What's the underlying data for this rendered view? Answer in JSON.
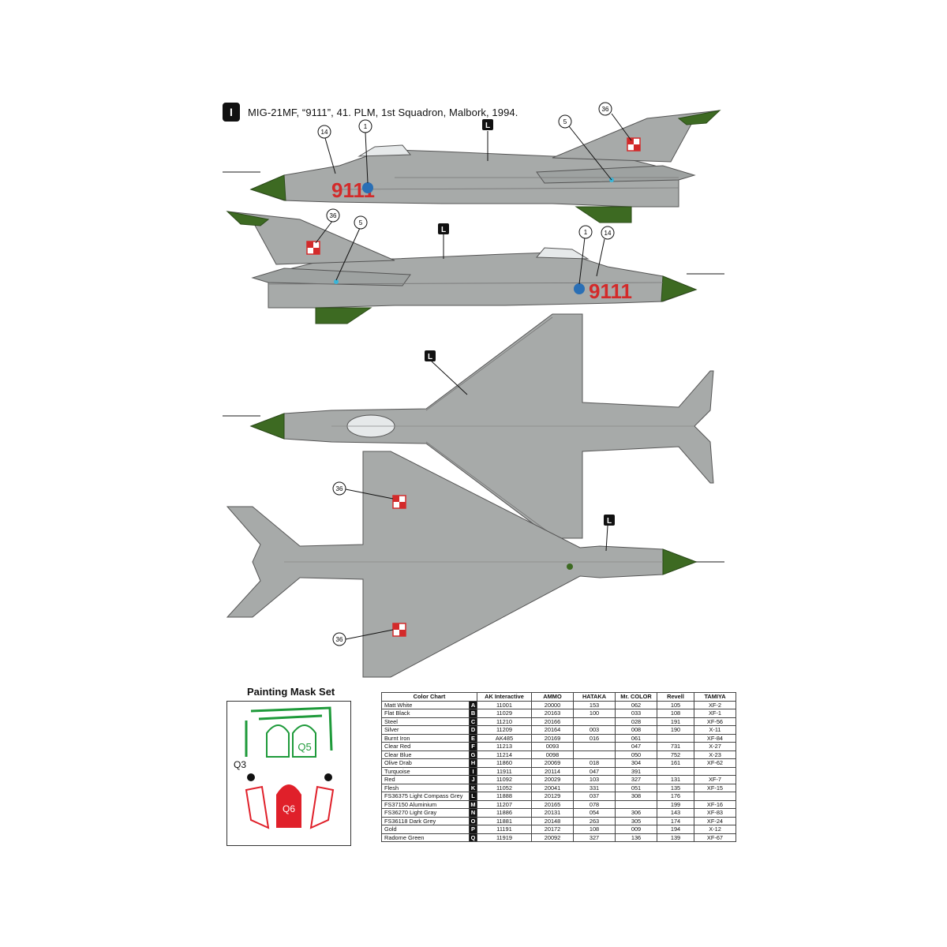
{
  "header": {
    "profile_number": "I",
    "title": "MIG-21MF, “9111”, 41. PLM, 1st Squadron, Malbork, 1994."
  },
  "aircraft": {
    "serial": "9111",
    "callouts": {
      "c14": "14",
      "c1": "1",
      "c5": "5",
      "c36": "36",
      "L": "L"
    }
  },
  "mask_set": {
    "title": "Painting Mask Set",
    "labels": {
      "q3": "Q3",
      "q5": "Q5",
      "q6": "Q6"
    }
  },
  "color_chart": {
    "headers": [
      "Color Chart",
      "AK Interactive",
      "AMMO",
      "HATAKA",
      "Mr. COLOR",
      "Revell",
      "TAMIYA"
    ],
    "rows": [
      {
        "name": "Matt White",
        "code": "A",
        "ak": "11001",
        "ammo": "20000",
        "hataka": "153",
        "mrcolor": "062",
        "revell": "105",
        "tamiya": "XF-2"
      },
      {
        "name": "Flat Black",
        "code": "B",
        "ak": "11029",
        "ammo": "20163",
        "hataka": "100",
        "mrcolor": "033",
        "revell": "108",
        "tamiya": "XF-1"
      },
      {
        "name": "Steel",
        "code": "C",
        "ak": "11210",
        "ammo": "20166",
        "hataka": "",
        "mrcolor": "028",
        "revell": "191",
        "tamiya": "XF-56"
      },
      {
        "name": "Silver",
        "code": "D",
        "ak": "11209",
        "ammo": "20164",
        "hataka": "003",
        "mrcolor": "008",
        "revell": "190",
        "tamiya": "X-11"
      },
      {
        "name": "Burnt Iron",
        "code": "E",
        "ak": "AK485",
        "ammo": "20169",
        "hataka": "016",
        "mrcolor": "061",
        "revell": "",
        "tamiya": "XF-84"
      },
      {
        "name": "Clear Red",
        "code": "F",
        "ak": "11213",
        "ammo": "0093",
        "hataka": "",
        "mrcolor": "047",
        "revell": "731",
        "tamiya": "X-27"
      },
      {
        "name": "Clear Blue",
        "code": "G",
        "ak": "11214",
        "ammo": "0098",
        "hataka": "",
        "mrcolor": "050",
        "revell": "752",
        "tamiya": "X-23"
      },
      {
        "name": "Olive Drab",
        "code": "H",
        "ak": "11860",
        "ammo": "20069",
        "hataka": "018",
        "mrcolor": "304",
        "revell": "161",
        "tamiya": "XF-62"
      },
      {
        "name": "Turquoise",
        "code": "I",
        "ak": "11911",
        "ammo": "20114",
        "hataka": "047",
        "mrcolor": "391",
        "revell": "",
        "tamiya": ""
      },
      {
        "name": "Red",
        "code": "J",
        "ak": "11092",
        "ammo": "20029",
        "hataka": "103",
        "mrcolor": "327",
        "revell": "131",
        "tamiya": "XF-7"
      },
      {
        "name": "Flesh",
        "code": "K",
        "ak": "11052",
        "ammo": "20041",
        "hataka": "331",
        "mrcolor": "051",
        "revell": "135",
        "tamiya": "XF-15"
      },
      {
        "name": "FS36375 Light Compass Grey",
        "code": "L",
        "ak": "11888",
        "ammo": "20129",
        "hataka": "037",
        "mrcolor": "308",
        "revell": "176",
        "tamiya": ""
      },
      {
        "name": "FS37150 Aluminium",
        "code": "M",
        "ak": "11207",
        "ammo": "20165",
        "hataka": "078",
        "mrcolor": "",
        "revell": "199",
        "tamiya": "XF-16"
      },
      {
        "name": "FS36270 Light Gray",
        "code": "N",
        "ak": "11886",
        "ammo": "20131",
        "hataka": "054",
        "mrcolor": "306",
        "revell": "143",
        "tamiya": "XF-83"
      },
      {
        "name": "FS36118 Dark Grey",
        "code": "O",
        "ak": "11881",
        "ammo": "20148",
        "hataka": "263",
        "mrcolor": "305",
        "revell": "174",
        "tamiya": "XF-24"
      },
      {
        "name": "Gold",
        "code": "P",
        "ak": "11191",
        "ammo": "20172",
        "hataka": "108",
        "mrcolor": "009",
        "revell": "194",
        "tamiya": "X-12"
      },
      {
        "name": "Radome Green",
        "code": "Q",
        "ak": "11919",
        "ammo": "20092",
        "hataka": "327",
        "mrcolor": "136",
        "revell": "139",
        "tamiya": "XF-67"
      }
    ]
  },
  "colors": {
    "airframe_grey": "#a7aaa9",
    "radome_green": "#3d6a22",
    "serial_red": "#d32a2a",
    "mask_green": "#1e9a3a",
    "mask_red": "#e0202a",
    "callout_black": "#111111"
  }
}
